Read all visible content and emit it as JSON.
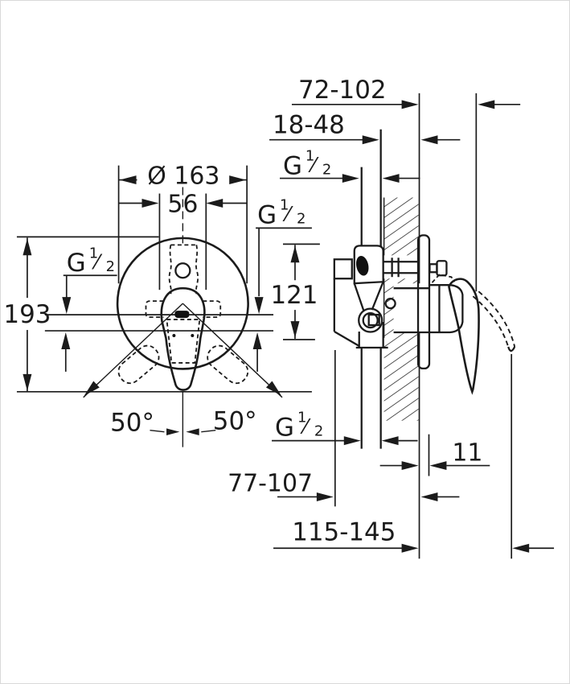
{
  "dimensions": {
    "projection_range": "72-102",
    "plaster_depth_range": "18-48",
    "plate_diameter": "Ø 163",
    "center_width": "56",
    "total_height": "193",
    "outlet_offset": "121",
    "swing_angle_left": "50°",
    "swing_angle_right": "50°",
    "plate_thickness": "11",
    "body_depth_range": "77-107",
    "handle_depth_range": "115-145"
  },
  "thread_size": {
    "letter": "G",
    "numerator": "1",
    "slash": "⁄",
    "denominator": "2"
  },
  "colors": {
    "line": "#1b1b1b",
    "background": "#ffffff",
    "frame_border": "#d9d9d9"
  }
}
